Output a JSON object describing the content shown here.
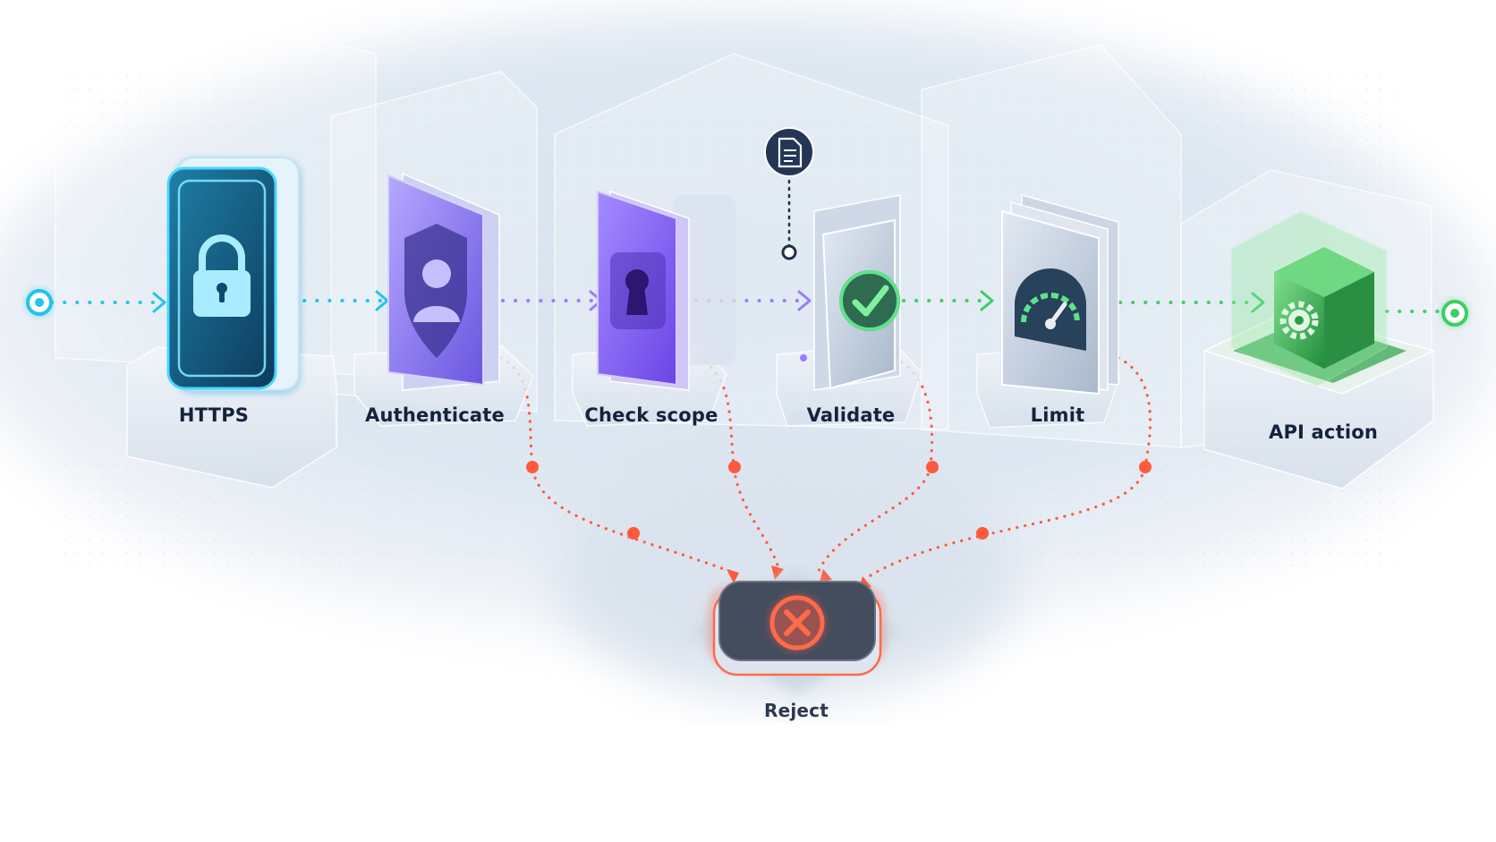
{
  "stages": [
    {
      "id": "https",
      "label": "HTTPS",
      "icon": "lock-icon",
      "color": "#22c3ee"
    },
    {
      "id": "authenticate",
      "label": "Authenticate",
      "icon": "user-shield-icon",
      "color": "#7c6cf0"
    },
    {
      "id": "check_scope",
      "label": "Check scope",
      "icon": "keyhole-icon",
      "color": "#8b5cf6"
    },
    {
      "id": "validate",
      "label": "Validate",
      "icon": "check-circle-icon",
      "color": "#2fbf5a"
    },
    {
      "id": "limit",
      "label": "Limit",
      "icon": "gauge-icon",
      "color": "#2fbf5a"
    },
    {
      "id": "api_action",
      "label": "API action",
      "icon": "gear-cube-icon",
      "color": "#2fa84a"
    }
  ],
  "reject": {
    "label": "Reject",
    "icon": "x-circle-icon",
    "color": "#ff5a3c"
  },
  "annotation": {
    "icon": "document-icon"
  },
  "colors": {
    "cyan": "#22c3ee",
    "purple": "#8b5cf6",
    "green": "#34c759",
    "red": "#ff5a3c",
    "text": "#15223d"
  }
}
